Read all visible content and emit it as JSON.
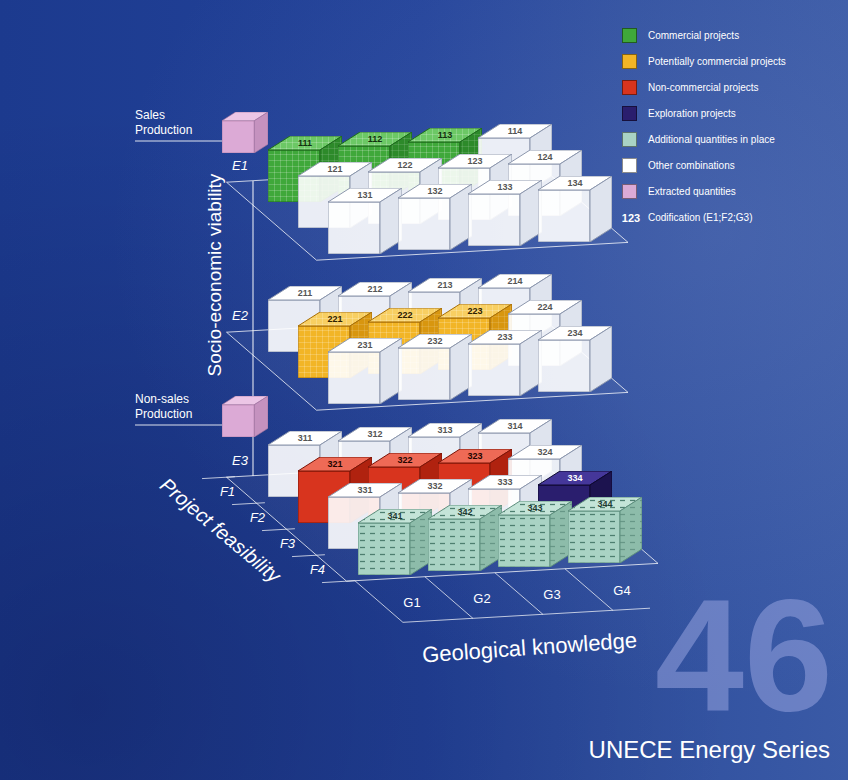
{
  "diagram": {
    "nodes": [
      {
        "text": [
          "Sales Production"
        ]
      },
      {
        "text": [
          "111"
        ]
      },
      {
        "text": [
          "112"
        ]
      },
      {
        "text": [
          "113"
        ]
      },
      {
        "text": [
          "114"
        ]
      },
      {
        "text": [
          "121"
        ]
      },
      {
        "text": [
          "122"
        ]
      },
      {
        "text": [
          "123"
        ]
      },
      {
        "text": [
          "124"
        ]
      },
      {
        "text": [
          "131"
        ]
      },
      {
        "text": [
          "132"
        ]
      },
      {
        "text": [
          "133"
        ]
      },
      {
        "text": [
          "134"
        ]
      },
      {
        "text": [
          "211"
        ]
      },
      {
        "text": [
          "212"
        ]
      },
      {
        "text": [
          "213"
        ]
      },
      {
        "text": [
          "214"
        ]
      },
      {
        "text": [
          "221"
        ]
      },
      {
        "text": [
          "222"
        ]
      },
      {
        "text": [
          "223"
        ]
      },
      {
        "text": [
          "224"
        ]
      },
      {
        "text": [
          "231"
        ]
      },
      {
        "text": [
          "232"
        ]
      },
      {
        "text": [
          "233"
        ]
      },
      {
        "text": [
          "234"
        ]
      },
      {
        "text": [
          "Non-sales Production"
        ]
      },
      {
        "text": [
          "311"
        ]
      },
      {
        "text": [
          "312"
        ]
      },
      {
        "text": [
          "313"
        ]
      },
      {
        "text": [
          "314"
        ]
      },
      {
        "text": [
          "321"
        ]
      },
      {
        "text": [
          "322"
        ]
      },
      {
        "text": [
          "323"
        ]
      },
      {
        "text": [
          "324"
        ]
      },
      {
        "text": [
          "331"
        ]
      },
      {
        "text": [
          "332"
        ]
      },
      {
        "text": [
          "333"
        ]
      },
      {
        "text": [
          "334"
        ]
      },
      {
        "text": [
          "341"
        ]
      },
      {
        "text": [
          "342"
        ]
      },
      {
        "text": [
          "343"
        ]
      },
      {
        "text": [
          "344"
        ]
      }
    ],
    "labels": [
      "Socio-economic viability",
      "E1",
      "E2",
      "E3",
      "F1",
      "F2",
      "F3",
      "F4",
      "G1",
      "G2",
      "G3",
      "G4",
      "Project feasibility",
      "Geological knowledge",
      "123",
      "46",
      "UNECE Energy Series"
    ],
    "legend": [
      {
        "text": "Commercial projects",
        "color": "#3fa83a"
      },
      {
        "text": "Potentially commercial projects",
        "color": "#f2b526"
      },
      {
        "text": "Non-commercial projects",
        "color": "#d8341e"
      },
      {
        "text": "Exploration projects",
        "color": "#2a1e6e"
      },
      {
        "text": "Additional quantities in place",
        "color": "#a9d3c4"
      },
      {
        "text": "Other combinations",
        "color": "#ffffff"
      },
      {
        "text": "Extracted quantities",
        "color": "#dcaad6"
      },
      {
        "text": "Codification (E1;F2;G3)"
      }
    ]
  }
}
